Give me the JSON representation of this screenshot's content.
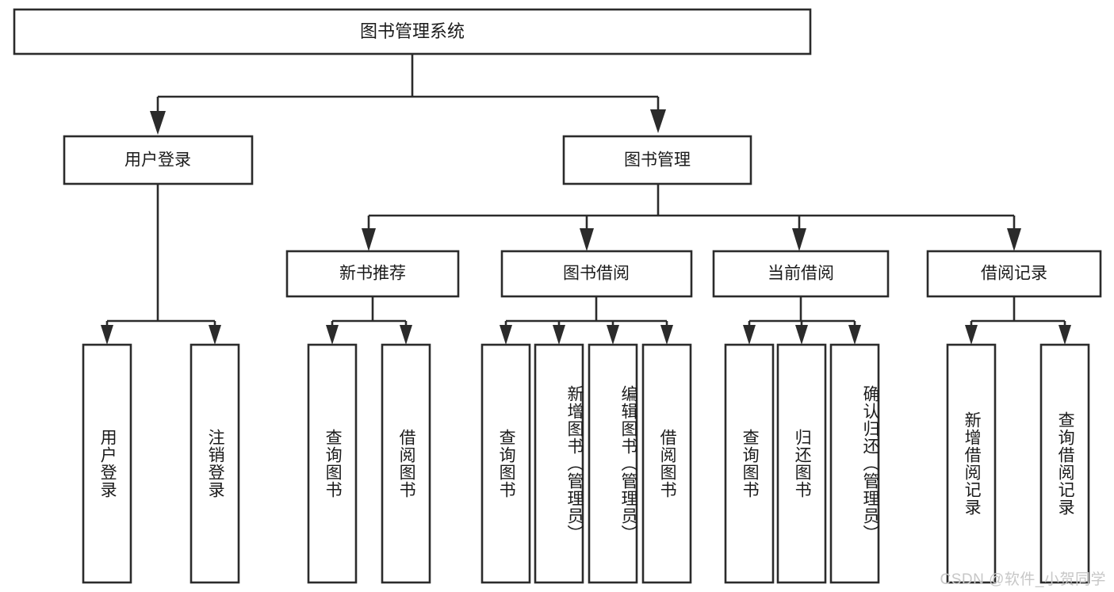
{
  "diagram": {
    "type": "tree",
    "title": "图书管理系统",
    "watermark": "CSDN @软件_小贺同学",
    "colors": {
      "box_stroke": "#2b2b2b",
      "box_fill": "#ffffff",
      "text": "#1b1b1b",
      "connector": "#2b2b2b",
      "watermark": "#c7c7c7",
      "background": "#ffffff"
    },
    "root": {
      "id": "root",
      "label": "图书管理系统"
    },
    "level1": [
      {
        "id": "user-login",
        "label": "用户登录"
      },
      {
        "id": "book-management",
        "label": "图书管理"
      }
    ],
    "level2": [
      {
        "id": "new-book-recommend",
        "label": "新书推荐",
        "parent": "book-management"
      },
      {
        "id": "book-borrow",
        "label": "图书借阅",
        "parent": "book-management"
      },
      {
        "id": "current-borrow",
        "label": "当前借阅",
        "parent": "book-management"
      },
      {
        "id": "borrow-record",
        "label": "借阅记录",
        "parent": "book-management"
      }
    ],
    "leaves": {
      "user-login": [
        {
          "id": "leaf-user-login",
          "label": "用户登录"
        },
        {
          "id": "leaf-user-logout",
          "label": "注销登录"
        }
      ],
      "new-book-recommend": [
        {
          "id": "leaf-query-book-1",
          "label": "查询图书"
        },
        {
          "id": "leaf-borrow-book-1",
          "label": "借阅图书"
        }
      ],
      "book-borrow": [
        {
          "id": "leaf-query-book-2",
          "label": "查询图书"
        },
        {
          "id": "leaf-add-book-admin",
          "label": "新增图书（管理员）"
        },
        {
          "id": "leaf-edit-book-admin",
          "label": "编辑图书（管理员）"
        },
        {
          "id": "leaf-borrow-book-2",
          "label": "借阅图书"
        }
      ],
      "current-borrow": [
        {
          "id": "leaf-query-book-3",
          "label": "查询图书"
        },
        {
          "id": "leaf-return-book",
          "label": "归还图书"
        },
        {
          "id": "leaf-confirm-return-admin",
          "label": "确认归还（管理员）"
        }
      ],
      "borrow-record": [
        {
          "id": "leaf-add-borrow-record",
          "label": "新增借阅记录"
        },
        {
          "id": "leaf-query-borrow-record",
          "label": "查询借阅记录"
        }
      ]
    }
  }
}
